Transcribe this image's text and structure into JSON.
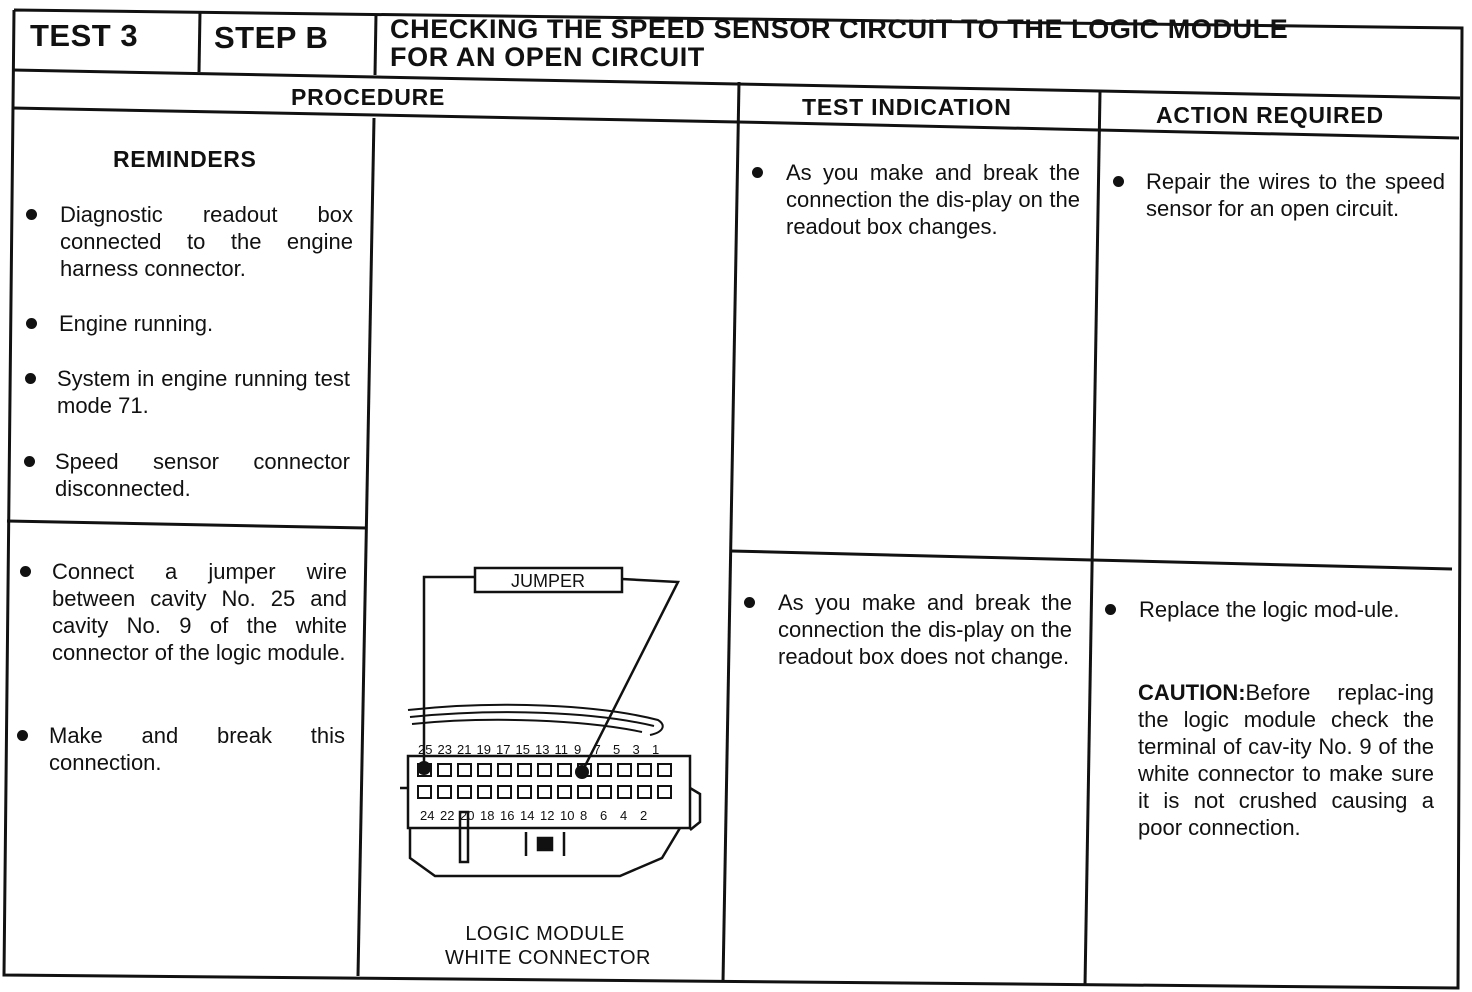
{
  "header": {
    "test": "TEST 3",
    "step": "STEP B",
    "title_line1": "CHECKING THE SPEED SENSOR CIRCUIT TO THE LOGIC MODULE",
    "title_line2": "FOR AN OPEN CIRCUIT"
  },
  "columns": {
    "procedure": "PROCEDURE",
    "test_indication": "TEST INDICATION",
    "action_required": "ACTION REQUIRED"
  },
  "reminders": {
    "heading": "REMINDERS",
    "items": [
      "Diagnostic readout box connected to the engine harness connector.",
      "Engine running.",
      "System in engine running test mode 71.",
      "Speed sensor connector disconnected."
    ]
  },
  "procedure_steps": [
    "Connect a jumper wire between cavity No. 25 and cavity No. 9 of the white connector of the logic module.",
    "Make and break this connection."
  ],
  "figure": {
    "jumper_label": "JUMPER",
    "caption_line1": "LOGIC MODULE",
    "caption_line2": "WHITE CONNECTOR",
    "top_row_numbers": [
      "25",
      "23",
      "21",
      "19",
      "17",
      "15",
      "13",
      "11",
      "9",
      "7",
      "5",
      "3",
      "1"
    ],
    "bottom_row_numbers": [
      "24",
      "22",
      "20",
      "18",
      "16",
      "14",
      "12",
      "10",
      "8",
      "6",
      "4",
      "2"
    ]
  },
  "test_indications": [
    "As you make and break the connection the dis-play on the readout box changes.",
    "As you make and break the connection the dis-play on the readout box does not change."
  ],
  "actions": {
    "first": "Repair the wires to the speed sensor for an open circuit.",
    "second": "Replace the logic mod-ule.",
    "caution_label": "CAUTION:",
    "caution_text": "Before replac-ing the logic module check the terminal of cav-ity No. 9 of the white connector to make sure it is not crushed causing a poor connection."
  }
}
